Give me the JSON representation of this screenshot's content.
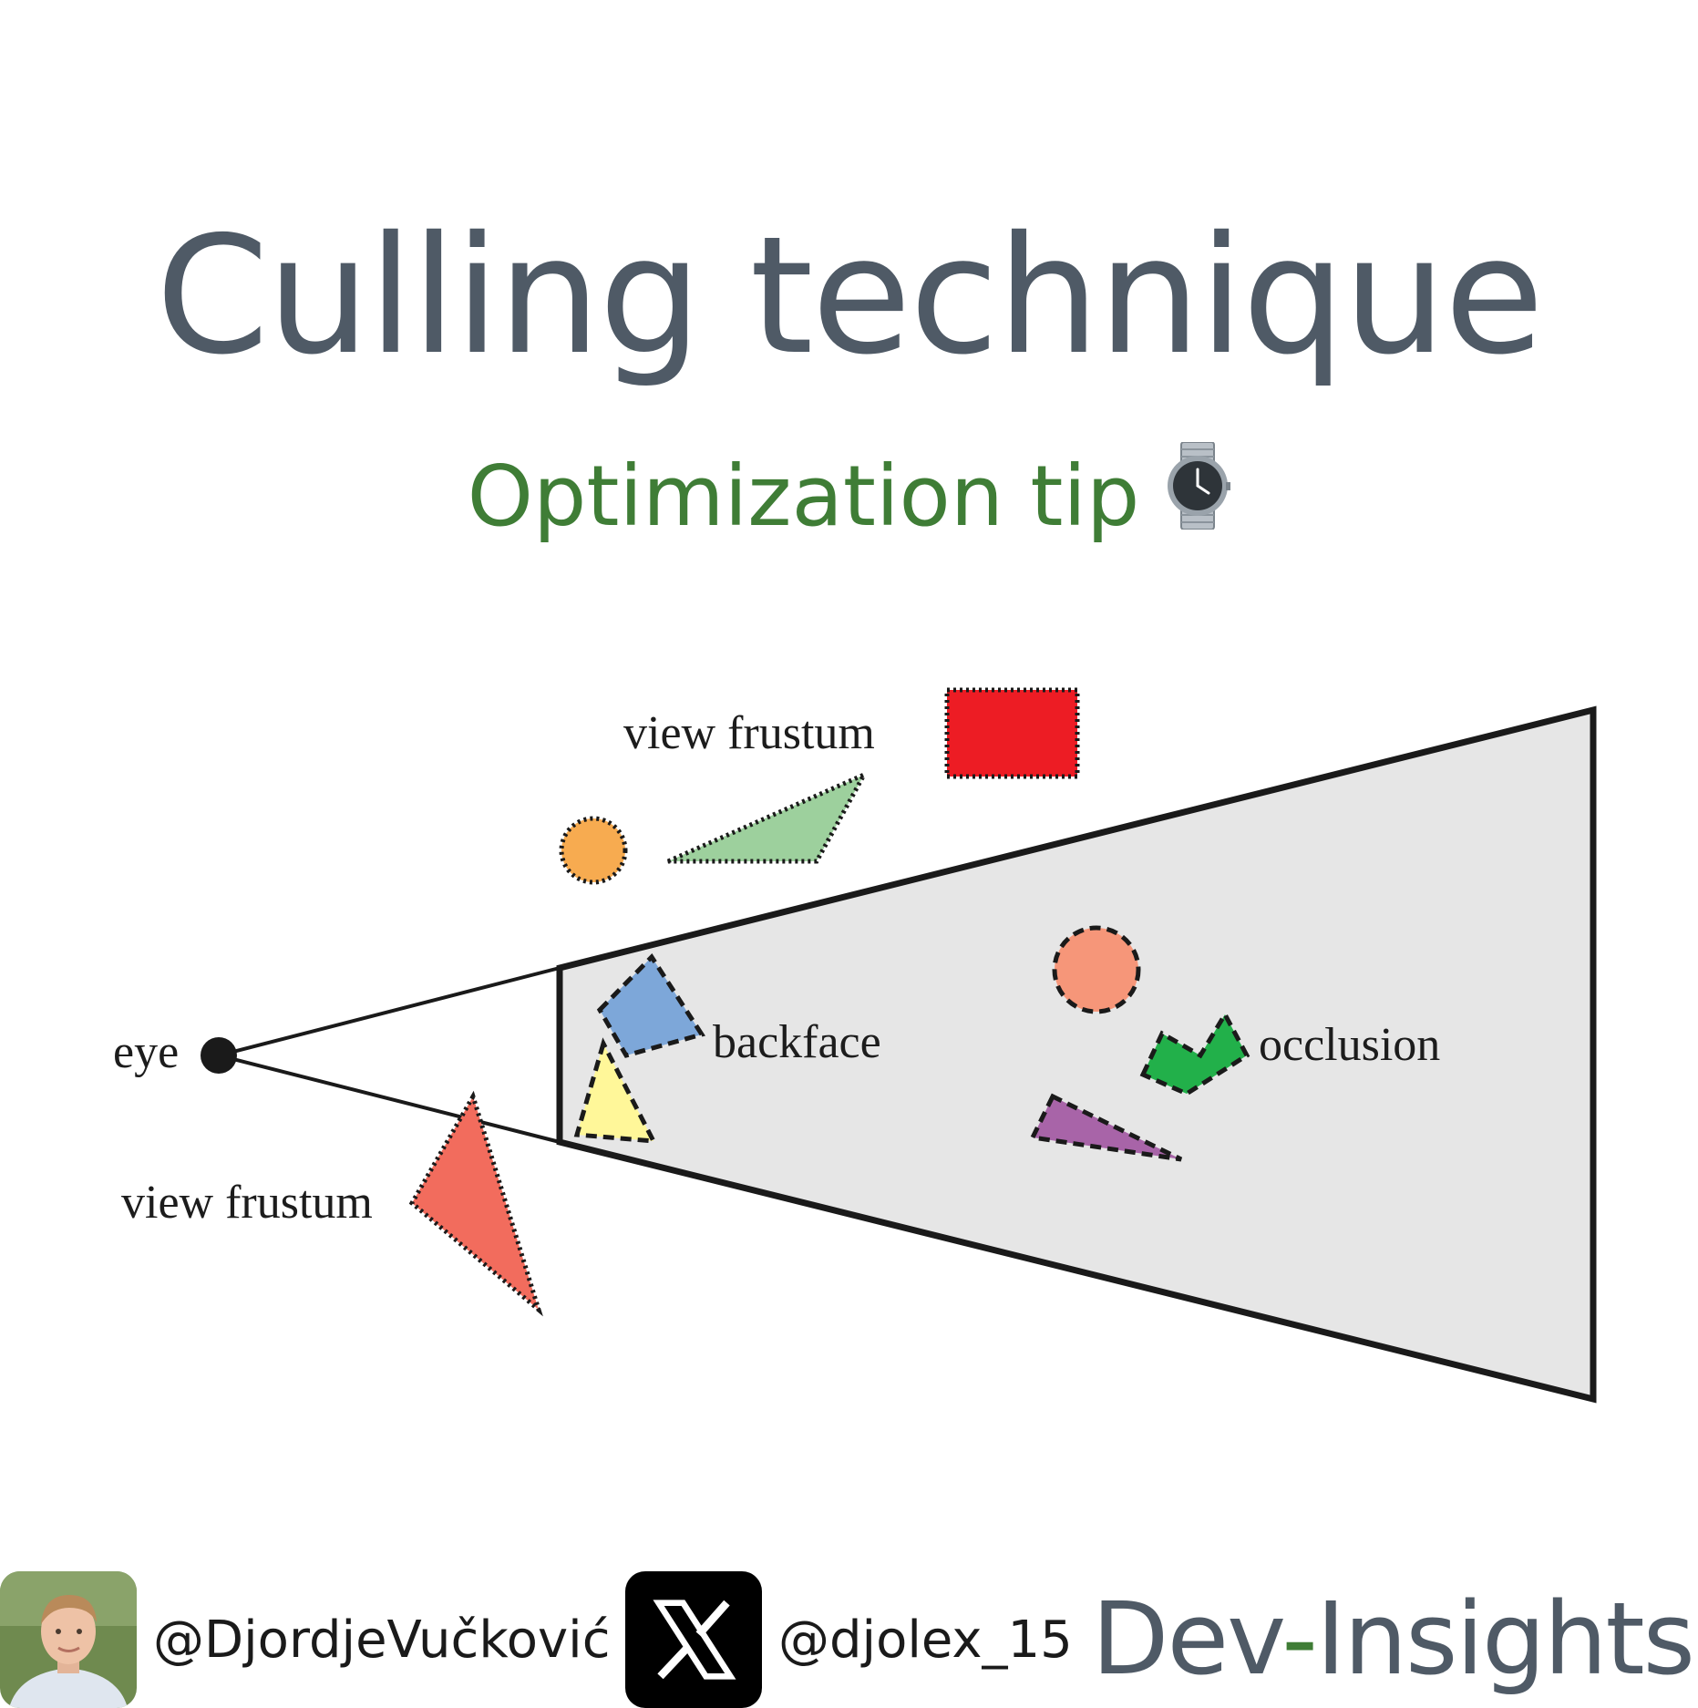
{
  "header": {
    "title": "Culling technique",
    "subtitle": "Optimization tip",
    "subtitle_icon": "watch-icon"
  },
  "diagram": {
    "labels": {
      "eye": "eye",
      "view_frustum_top": "view frustum",
      "view_frustum_bottom": "view frustum",
      "backface": "backface",
      "occlusion": "occlusion"
    },
    "colors": {
      "frustum_fill": "#e6e6e6",
      "red_rect": "#ed1c24",
      "orange_circle": "#f7ab50",
      "light_green_triangle": "#9dd09d",
      "blue_quad": "#7da7d9",
      "yellow_triangle": "#fff799",
      "salmon_triangle": "#f26c5d",
      "peach_circle": "#f69679",
      "green_shape": "#22b04a",
      "purple_triangle": "#a864a8"
    }
  },
  "footer": {
    "author_handle": "@DjordjeVučković",
    "x_handle": "@djolex_15",
    "brand_part1": "Dev",
    "brand_dash": "-",
    "brand_part2": "Insights",
    "avatar_icon": "avatar",
    "x_icon": "x-logo-icon"
  }
}
